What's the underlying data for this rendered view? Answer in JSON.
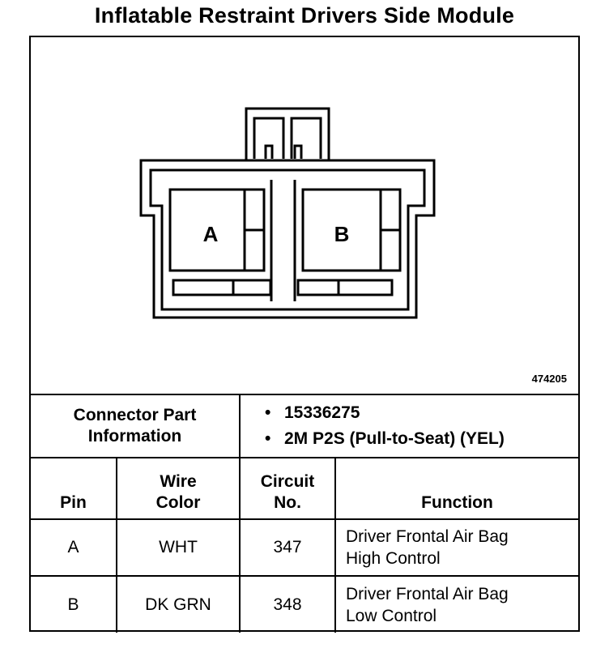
{
  "title": "Inflatable Restraint Drivers Side Module",
  "figure_id": "474205",
  "diagram": {
    "cavity_a": "A",
    "cavity_b": "B"
  },
  "connector": {
    "label_line1": "Connector Part",
    "label_line2": "Information",
    "part_number": "15336275",
    "description": "2M P2S (Pull-to-Seat) (YEL)"
  },
  "table": {
    "headers": {
      "pin": "Pin",
      "wire_color_1": "Wire",
      "wire_color_2": "Color",
      "circuit_1": "Circuit",
      "circuit_2": "No.",
      "function": "Function"
    },
    "rows": [
      {
        "pin": "A",
        "wire_color": "WHT",
        "circuit": "347",
        "function_1": "Driver Frontal Air Bag",
        "function_2": "High Control"
      },
      {
        "pin": "B",
        "wire_color": "DK GRN",
        "circuit": "348",
        "function_1": "Driver Frontal Air Bag",
        "function_2": "Low Control"
      }
    ]
  }
}
